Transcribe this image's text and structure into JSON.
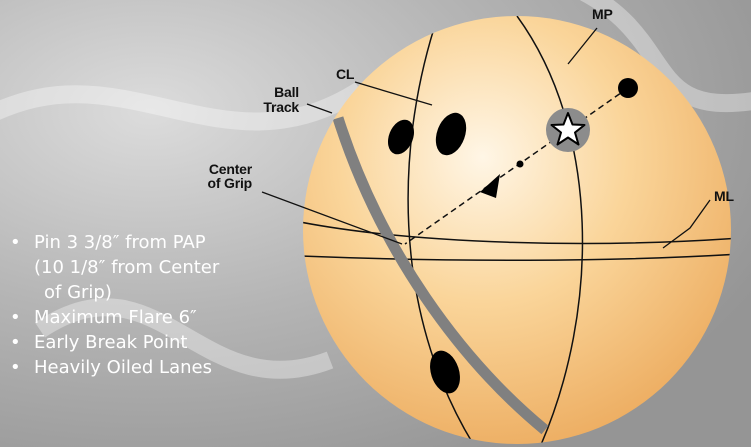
{
  "labels": {
    "mp": "MP",
    "cl": "CL",
    "ball": "Ball",
    "track": "Track",
    "center": "Center",
    "of_grip": "of Grip",
    "ml": "ML"
  },
  "bullets": [
    "Pin 3 3/8″ from PAP",
    "(10 1/8″ from Center",
    "of Grip)",
    "Maximum Flare 6″",
    "Early Break Point",
    "Heavily Oiled Lanes"
  ],
  "colors": {
    "background": "#a9a9a9",
    "ball": "#f4c27a",
    "track": "#808080",
    "holes": "#000000",
    "star_badge": "#8c8c8c"
  },
  "icons": {
    "pin": "star-icon",
    "direction": "arrow-head-icon"
  }
}
